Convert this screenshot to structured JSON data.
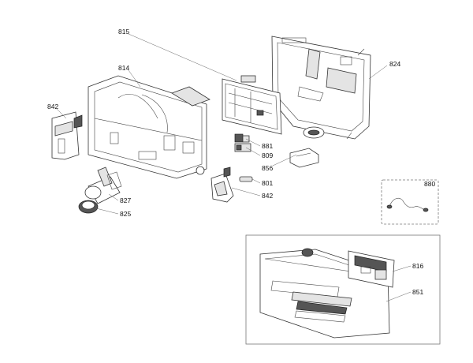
{
  "callouts": {
    "c815": "815",
    "c814": "814",
    "c842a": "842",
    "c824": "824",
    "c881": "881",
    "c809": "809",
    "c856": "856",
    "c801": "801",
    "c842b": "842",
    "c827": "827",
    "c825": "825",
    "c880": "880",
    "c816": "816",
    "c851": "851"
  }
}
